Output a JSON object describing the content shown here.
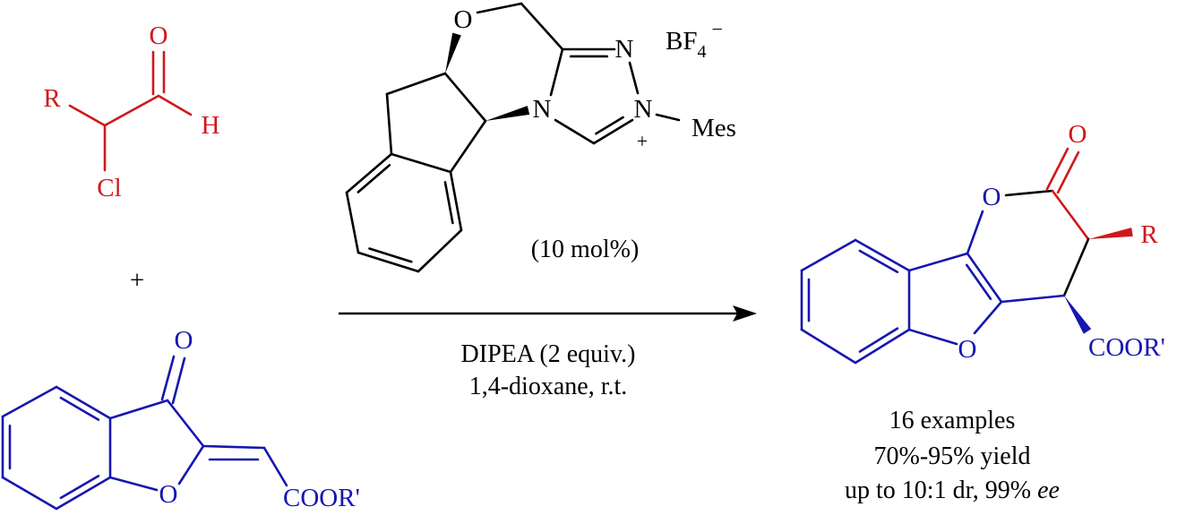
{
  "colors": {
    "red": "#d0181c",
    "blue": "#1616b0",
    "black": "#000000"
  },
  "reactant1": {
    "O": "O",
    "R": "R",
    "H": "H",
    "Cl": "Cl"
  },
  "plus": "+",
  "reactant2": {
    "O_keto": "O",
    "O_ring": "O",
    "ester": "COOR'"
  },
  "catalyst": {
    "O": "O",
    "N2": "N",
    "N1": "N",
    "N4": "N",
    "plus": "+",
    "mes": "Mes",
    "counterion_base": "BF",
    "counterion_sub": "4",
    "counterion_charge": "−",
    "loading": "(10 mol%)"
  },
  "conditions": {
    "line1": "DIPEA (2 equiv.)",
    "line2": "1,4-dioxane, r.t."
  },
  "product": {
    "O_carbonyl": "O",
    "O_lactone": "O",
    "O_furan": "O",
    "R": "R",
    "ester": "COOR'"
  },
  "results": {
    "line1": "16 examples",
    "line2": "70%-95% yield",
    "line3_prefix": "up to 10:1 dr,  99% ",
    "line3_ee": "ee"
  }
}
